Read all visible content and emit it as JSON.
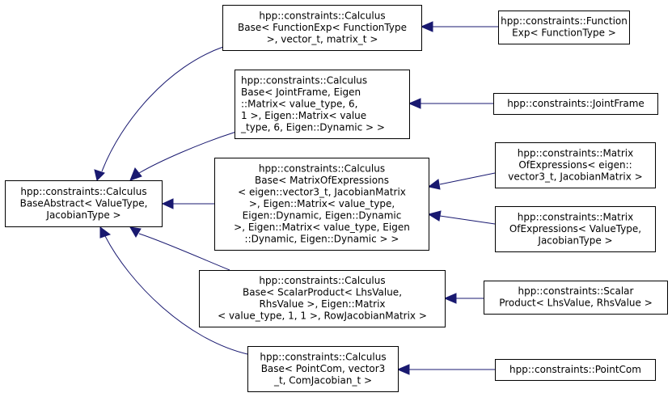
{
  "colors": {
    "edge": "#191970",
    "node_border": "#000000",
    "node_fill": "#ffffff",
    "text": "#000000"
  },
  "nodes": [
    {
      "id": "base",
      "lines": [
        "hpp::constraints::Calculus",
        "BaseAbstract< ValueType,",
        "JacobianType >"
      ]
    },
    {
      "id": "cb_functionexp",
      "lines": [
        "hpp::constraints::Calculus",
        "Base< FunctionExp< FunctionType",
        ">, vector_t, matrix_t >"
      ]
    },
    {
      "id": "cb_jointframe",
      "lines": [
        "hpp::constraints::Calculus",
        "Base< JointFrame, Eigen",
        "::Matrix< value_type, 6,",
        " 1 >, Eigen::Matrix< value",
        "_type, 6, Eigen::Dynamic > >"
      ]
    },
    {
      "id": "cb_matrixofexpressions",
      "lines": [
        "hpp::constraints::Calculus",
        "Base< MatrixOfExpressions",
        "< eigen::vector3_t, JacobianMatrix",
        " >, Eigen::Matrix< value_type,",
        " Eigen::Dynamic, Eigen::Dynamic",
        " >, Eigen::Matrix< value_type, Eigen",
        "::Dynamic, Eigen::Dynamic > >"
      ]
    },
    {
      "id": "cb_scalarproduct",
      "lines": [
        "hpp::constraints::Calculus",
        "Base< ScalarProduct< LhsValue,",
        " RhsValue >, Eigen::Matrix",
        "< value_type, 1, 1 >, RowJacobianMatrix >"
      ]
    },
    {
      "id": "cb_pointcom",
      "lines": [
        "hpp::constraints::Calculus",
        "Base< PointCom, vector3",
        "_t, ComJacobian_t >"
      ]
    },
    {
      "id": "functionexp",
      "lines": [
        "hpp::constraints::Function",
        "Exp< FunctionType >"
      ]
    },
    {
      "id": "jointframe",
      "lines": [
        "hpp::constraints::JointFrame"
      ]
    },
    {
      "id": "moe_vector3",
      "lines": [
        "hpp::constraints::Matrix",
        "OfExpressions< eigen::",
        "vector3_t, JacobianMatrix >"
      ]
    },
    {
      "id": "moe_valuetype",
      "lines": [
        "hpp::constraints::Matrix",
        "OfExpressions< ValueType,",
        "JacobianType >"
      ]
    },
    {
      "id": "scalarproduct",
      "lines": [
        "hpp::constraints::Scalar",
        "Product< LhsValue, RhsValue >"
      ]
    },
    {
      "id": "pointcom",
      "lines": [
        "hpp::constraints::PointCom"
      ]
    }
  ],
  "edges": [
    {
      "from": "cb_functionexp",
      "to": "base"
    },
    {
      "from": "cb_jointframe",
      "to": "base"
    },
    {
      "from": "cb_matrixofexpressions",
      "to": "base"
    },
    {
      "from": "cb_scalarproduct",
      "to": "base"
    },
    {
      "from": "cb_pointcom",
      "to": "base"
    },
    {
      "from": "functionexp",
      "to": "cb_functionexp"
    },
    {
      "from": "jointframe",
      "to": "cb_jointframe"
    },
    {
      "from": "moe_vector3",
      "to": "cb_matrixofexpressions"
    },
    {
      "from": "moe_valuetype",
      "to": "cb_matrixofexpressions"
    },
    {
      "from": "scalarproduct",
      "to": "cb_scalarproduct"
    },
    {
      "from": "pointcom",
      "to": "cb_pointcom"
    }
  ]
}
